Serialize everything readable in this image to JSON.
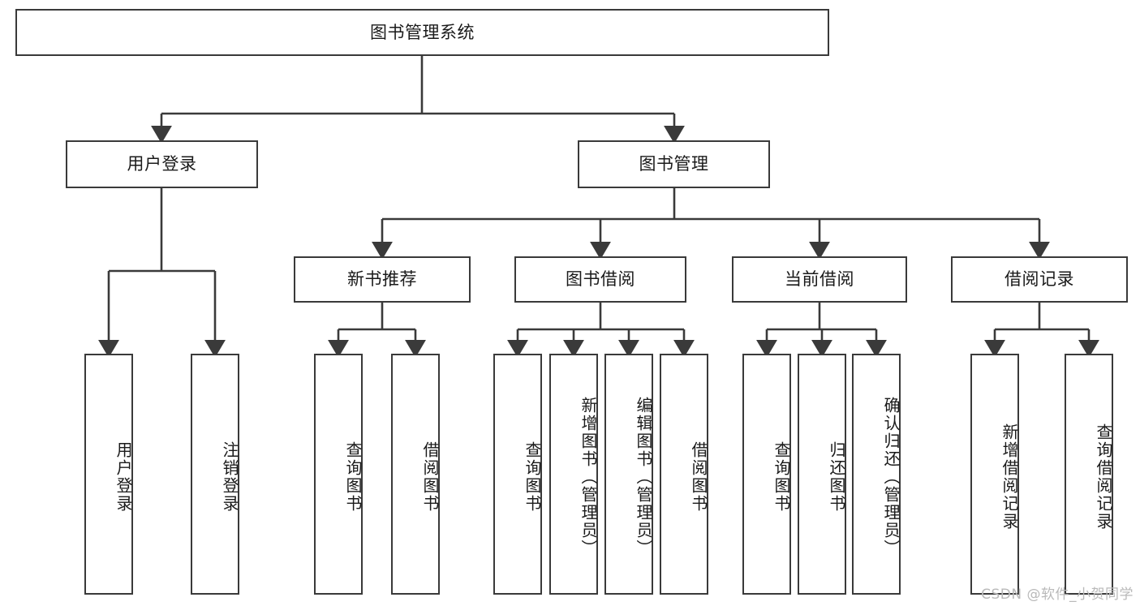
{
  "diagram": {
    "title": "图书管理系统",
    "watermark": "CSDN @软件_小贺同学",
    "line_color": "#3a3a3a",
    "text_color": "#1a1a1a",
    "background": "#ffffff",
    "root": {
      "label": "图书管理系统"
    },
    "level1": [
      {
        "label": "用户登录"
      },
      {
        "label": "图书管理"
      }
    ],
    "level2": [
      {
        "label": "新书推荐"
      },
      {
        "label": "图书借阅"
      },
      {
        "label": "当前借阅"
      },
      {
        "label": "借阅记录"
      }
    ],
    "leaves": {
      "user_login": [
        {
          "label": "用户登录"
        },
        {
          "label": "注销登录"
        }
      ],
      "new_book": [
        {
          "label": "查询图书"
        },
        {
          "label": "借阅图书"
        }
      ],
      "book_borrow": [
        {
          "label": "查询图书"
        },
        {
          "label": "新增图书（管理员）"
        },
        {
          "label": "编辑图书（管理员）"
        },
        {
          "label": "借阅图书"
        }
      ],
      "current_borrow": [
        {
          "label": "查询图书"
        },
        {
          "label": "归还图书"
        },
        {
          "label": "确认归还（管理员）"
        }
      ],
      "borrow_record": [
        {
          "label": "新增借阅记录"
        },
        {
          "label": "查询借阅记录"
        }
      ]
    }
  }
}
